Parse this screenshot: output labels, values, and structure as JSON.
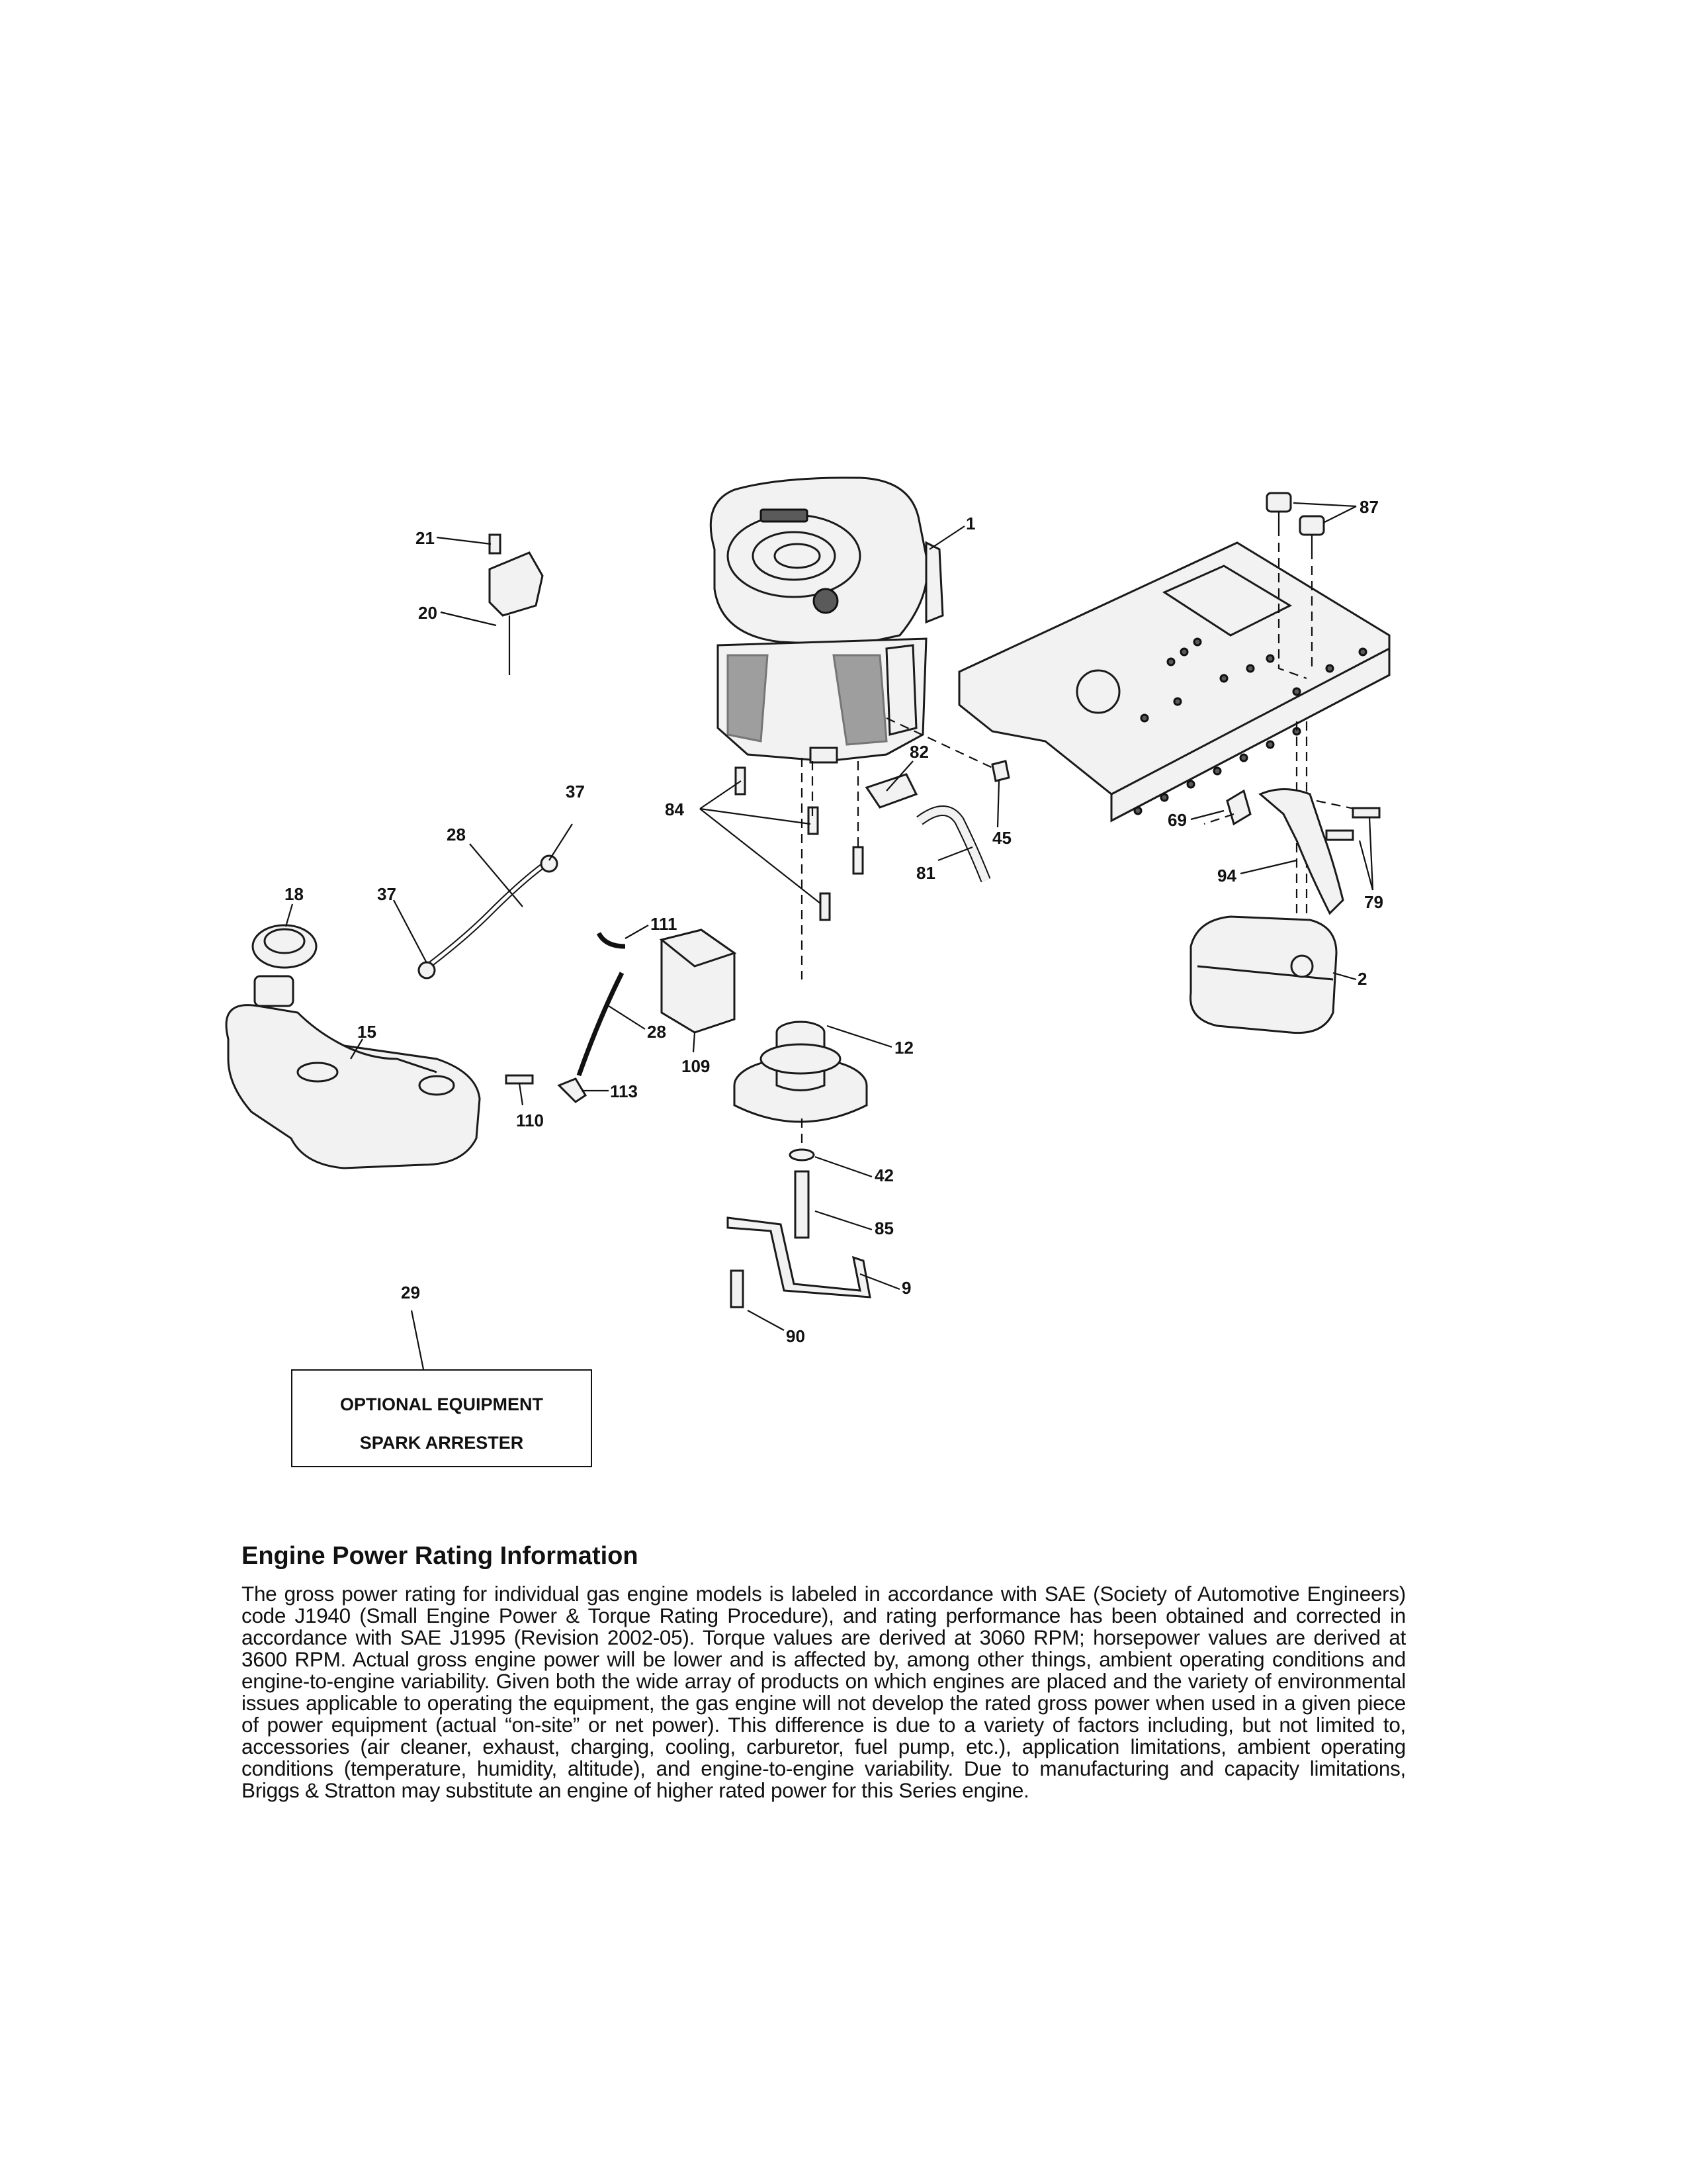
{
  "diagram": {
    "part_labels": {
      "p1": "1",
      "p2": "2",
      "p9": "9",
      "p12": "12",
      "p15": "15",
      "p18": "18",
      "p20": "20",
      "p21": "21",
      "p28a": "28",
      "p28b": "28",
      "p29": "29",
      "p37a": "37",
      "p37b": "37",
      "p42": "42",
      "p45": "45",
      "p69": "69",
      "p79": "79",
      "p81": "81",
      "p82": "82",
      "p84": "84",
      "p85": "85",
      "p87": "87",
      "p90": "90",
      "p94": "94",
      "p109": "109",
      "p110": "110",
      "p111": "111",
      "p113": "113"
    },
    "optional_box": {
      "line1": "OPTIONAL EQUIPMENT",
      "line2": "SPARK ARRESTER"
    }
  },
  "info": {
    "title": "Engine Power Rating Information",
    "body": "The gross power rating for individual gas engine models is labeled in accordance with SAE (Society of Automotive Engineers) code J1940 (Small Engine Power & Torque Rating Procedure), and rating performance has been obtained and corrected in accordance with SAE J1995 (Revision 2002-05). Torque values are derived at 3060 RPM; horsepower values are derived at 3600 RPM. Actual gross engine power will be lower and is affected by, among other things, ambient operating conditions and engine-to-engine variability. Given both the wide array of products on which engines are placed and the variety of environmental issues applicable to operating the equipment, the gas engine will not develop the rated gross power when used in a given piece of power equipment (actual “on-site” or net power). This difference is due to a variety of factors including, but not limited to, accessories (air cleaner, exhaust, charging, cooling, carburetor, fuel pump, etc.), application limitations, ambient operating conditions (temperature, humidity, altitude), and engine-to-engine variability. Due to manufacturing and capacity limitations, Briggs & Stratton may substitute an engine of higher rated power for this Series engine."
  }
}
